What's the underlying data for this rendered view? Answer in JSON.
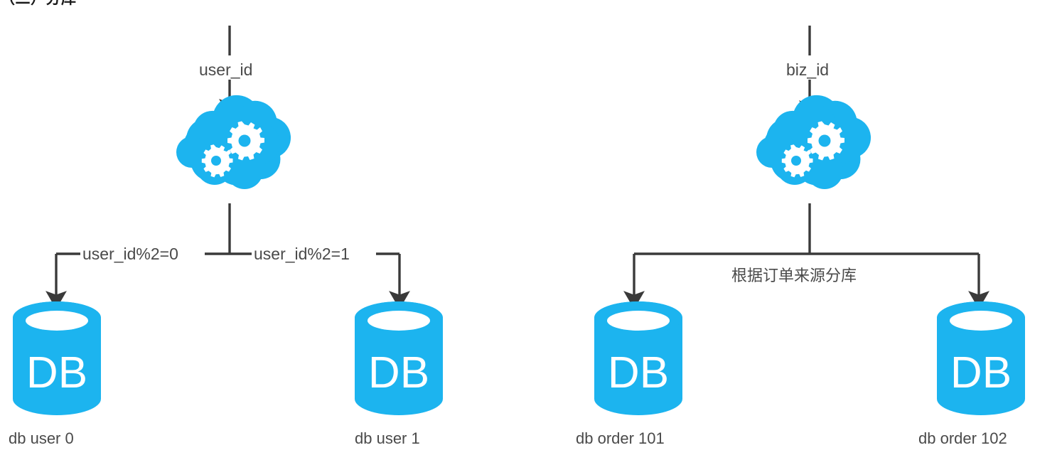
{
  "page": {
    "title_fragment": "（二）分库",
    "background": "#ffffff"
  },
  "colors": {
    "node_blue": "#1CB4EF",
    "line_dark": "#3a3a3a",
    "text_gray": "#4a4a4a",
    "white": "#ffffff"
  },
  "groups": [
    {
      "id": "user-sharding",
      "input_label": "user_id",
      "router": {
        "icon": "cloud-gears-icon"
      },
      "branches": [
        {
          "label": "user_id%2=0",
          "target": "db-user-0"
        },
        {
          "label": "user_id%2=1",
          "target": "db-user-1"
        }
      ],
      "databases": [
        {
          "id": "db-user-0",
          "glyph": "DB",
          "caption": "db user 0"
        },
        {
          "id": "db-user-1",
          "glyph": "DB",
          "caption": "db user 1"
        }
      ]
    },
    {
      "id": "order-sharding",
      "input_label": "biz_id",
      "router": {
        "icon": "cloud-gears-icon"
      },
      "branch_note": "根据订单来源分库",
      "branches": [
        {
          "label": "",
          "target": "db-order-101"
        },
        {
          "label": "",
          "target": "db-order-102"
        }
      ],
      "databases": [
        {
          "id": "db-order-101",
          "glyph": "DB",
          "caption": "db order 101"
        },
        {
          "id": "db-order-102",
          "glyph": "DB",
          "caption": "db order 102"
        }
      ]
    }
  ],
  "chart_data": {
    "type": "diagram",
    "title": "（二）分库",
    "nodes": [
      {
        "name": "user_id",
        "type": "input"
      },
      {
        "name": "router-user",
        "type": "cloud-router"
      },
      {
        "name": "db user 0",
        "type": "database"
      },
      {
        "name": "db user 1",
        "type": "database"
      },
      {
        "name": "biz_id",
        "type": "input"
      },
      {
        "name": "router-order",
        "type": "cloud-router"
      },
      {
        "name": "db order 101",
        "type": "database"
      },
      {
        "name": "db order 102",
        "type": "database"
      }
    ],
    "edges": [
      {
        "from": "user_id",
        "to": "router-user",
        "label": "user_id"
      },
      {
        "from": "router-user",
        "to": "db user 0",
        "label": "user_id%2=0"
      },
      {
        "from": "router-user",
        "to": "db user 1",
        "label": "user_id%2=1"
      },
      {
        "from": "biz_id",
        "to": "router-order",
        "label": "biz_id"
      },
      {
        "from": "router-order",
        "to": "db order 101",
        "label": "根据订单来源分库"
      },
      {
        "from": "router-order",
        "to": "db order 102",
        "label": "根据订单来源分库"
      }
    ]
  }
}
